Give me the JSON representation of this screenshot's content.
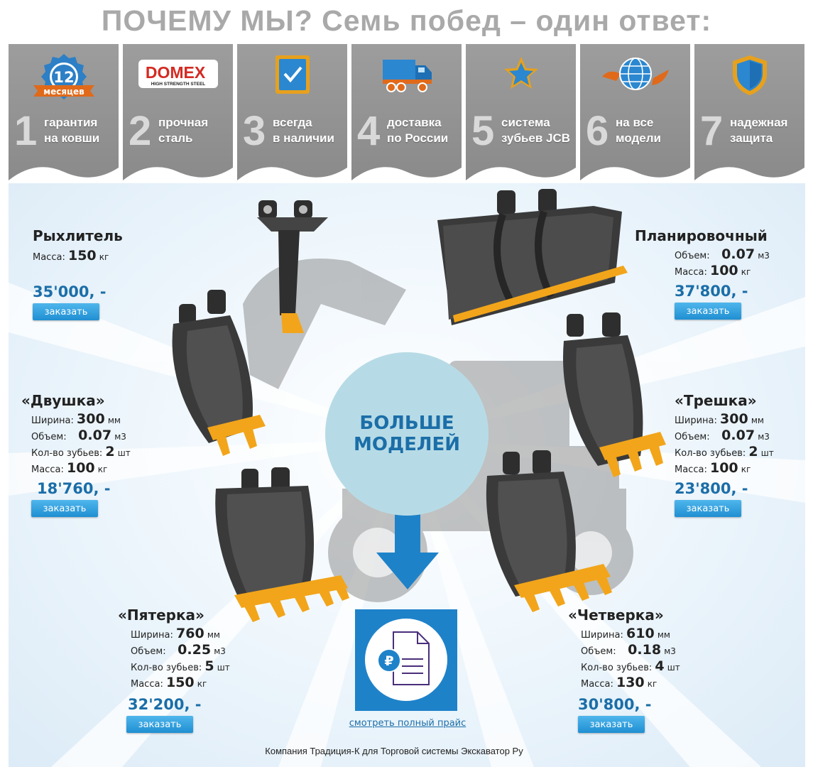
{
  "headline": "ПОЧЕМУ МЫ? Семь побед – один ответ:",
  "advantages": [
    {
      "num": "1",
      "line1": "гарантия",
      "line2": "на ковши",
      "icon": "warranty-badge-icon",
      "badge_top": "12",
      "badge_bottom": "месяцев"
    },
    {
      "num": "2",
      "line1": "прочная",
      "line2": "сталь",
      "icon": "domex-logo-icon",
      "logo_main": "DOMEX",
      "logo_sub": "HIGH STRENGTH STEEL"
    },
    {
      "num": "3",
      "line1": "всегда",
      "line2": "в наличии",
      "icon": "checkbox-icon"
    },
    {
      "num": "4",
      "line1": "доставка",
      "line2": "по России",
      "icon": "truck-icon"
    },
    {
      "num": "5",
      "line1": "система",
      "line2": "зубьев JCB",
      "icon": "star-icon"
    },
    {
      "num": "6",
      "line1": "на все",
      "line2": "модели",
      "icon": "globe-icon"
    },
    {
      "num": "7",
      "line1": "надежная",
      "line2": "защита",
      "icon": "shield-icon"
    }
  ],
  "products": {
    "ripper": {
      "name": "Рыхлитель",
      "specs": [
        {
          "label": "Масса:",
          "value": "150",
          "unit": "кг"
        }
      ],
      "price": "35'000, -",
      "button": "заказать"
    },
    "planing": {
      "name": "Планировочный",
      "specs": [
        {
          "label": "Объем:",
          "value": "0.07",
          "unit": "м3"
        },
        {
          "label": "Масса:",
          "value": "100",
          "unit": "кг"
        }
      ],
      "price": "37'800, -",
      "button": "заказать"
    },
    "dvushka": {
      "name": "«Двушка»",
      "specs": [
        {
          "label": "Ширина:",
          "value": "300",
          "unit": "мм"
        },
        {
          "label": "Объем:",
          "value": "0.07",
          "unit": "м3"
        },
        {
          "label": "Кол-во зубьев:",
          "value": "2",
          "unit": "шт"
        },
        {
          "label": "Масса:",
          "value": "100",
          "unit": "кг"
        }
      ],
      "price": "18'760, -",
      "button": "заказать"
    },
    "treshka": {
      "name": "«Трешка»",
      "specs": [
        {
          "label": "Ширина:",
          "value": "300",
          "unit": "мм"
        },
        {
          "label": "Объем:",
          "value": "0.07",
          "unit": "м3"
        },
        {
          "label": "Кол-во зубьев:",
          "value": "2",
          "unit": "шт"
        },
        {
          "label": "Масса:",
          "value": "100",
          "unit": "кг"
        }
      ],
      "price": "23'800, -",
      "button": "заказать"
    },
    "pyaterka": {
      "name": "«Пятерка»",
      "specs": [
        {
          "label": "Ширина:",
          "value": "760",
          "unit": "мм"
        },
        {
          "label": "Объем:",
          "value": "0.25",
          "unit": "м3"
        },
        {
          "label": "Кол-во зубьев:",
          "value": "5",
          "unit": "шт"
        },
        {
          "label": "Масса:",
          "value": "150",
          "unit": "кг"
        }
      ],
      "price": "32'200, -",
      "button": "заказать"
    },
    "chetverka": {
      "name": "«Четверка»",
      "specs": [
        {
          "label": "Ширина:",
          "value": "610",
          "unit": "мм"
        },
        {
          "label": "Объем:",
          "value": "0.18",
          "unit": "м3"
        },
        {
          "label": "Кол-во зубьев:",
          "value": "4",
          "unit": "шт"
        },
        {
          "label": "Масса:",
          "value": "130",
          "unit": "кг"
        }
      ],
      "price": "30'800, -",
      "button": "заказать"
    }
  },
  "more_models": {
    "line1": "БОЛЬШЕ",
    "line2": "МОДЕЛЕЙ"
  },
  "price_list": {
    "icon": "ruble-document-icon",
    "symbol": "₽",
    "link": "смотреть полный прайс"
  },
  "caption": "Компания Традиция-К для Торговой системы Экскаватор Ру",
  "colors": {
    "accent": "#1e82c9",
    "price": "#1b6ea8",
    "tile": "#8f8f8f",
    "bucket_teeth": "#f2a51a",
    "bucket_body": "#3a3a3a"
  }
}
